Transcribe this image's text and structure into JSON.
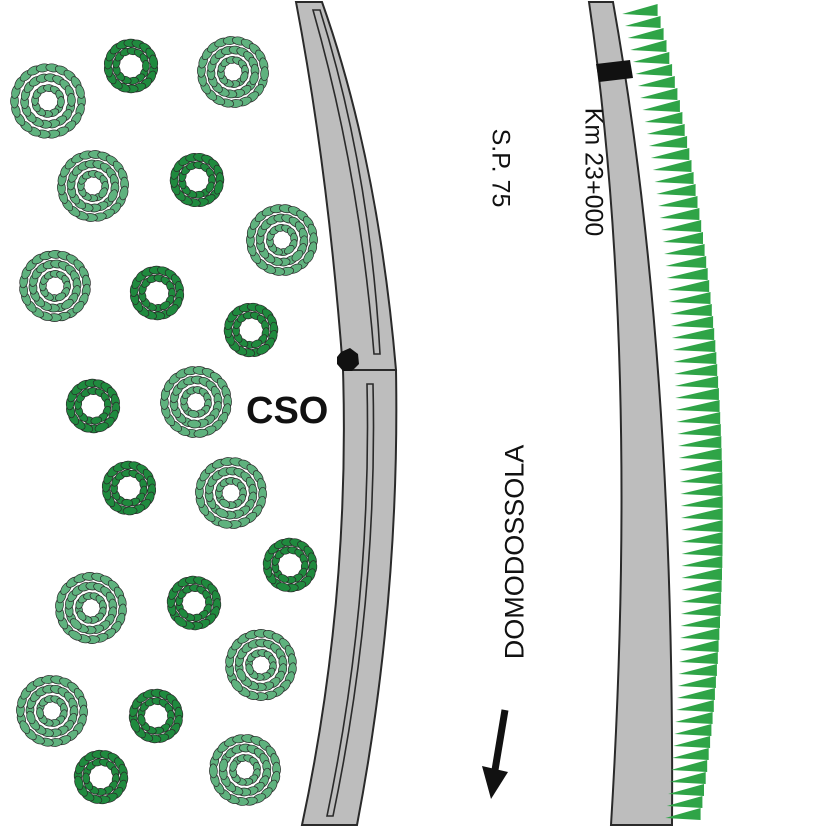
{
  "labels": {
    "cso": "CSO",
    "road_name": "S.P. 75",
    "kilometer_marker": "Km 23+000",
    "direction": "DOMODOSSOLA"
  },
  "colors": {
    "background": "#ffffff",
    "road_edge": "#bdbdbd",
    "outline": "#2a2a2a",
    "tree_light": "#5fb27e",
    "tree_dark": "#1f8a3e",
    "vegetation_edge": "#2fa447",
    "marker": "#111111"
  },
  "icons": {
    "cso_point": "filled-circle",
    "km_marker": "filled-rectangle",
    "direction_arrow": "arrow-down",
    "trees": "shrub-cluster",
    "vegetation": "triangle-hedge"
  }
}
